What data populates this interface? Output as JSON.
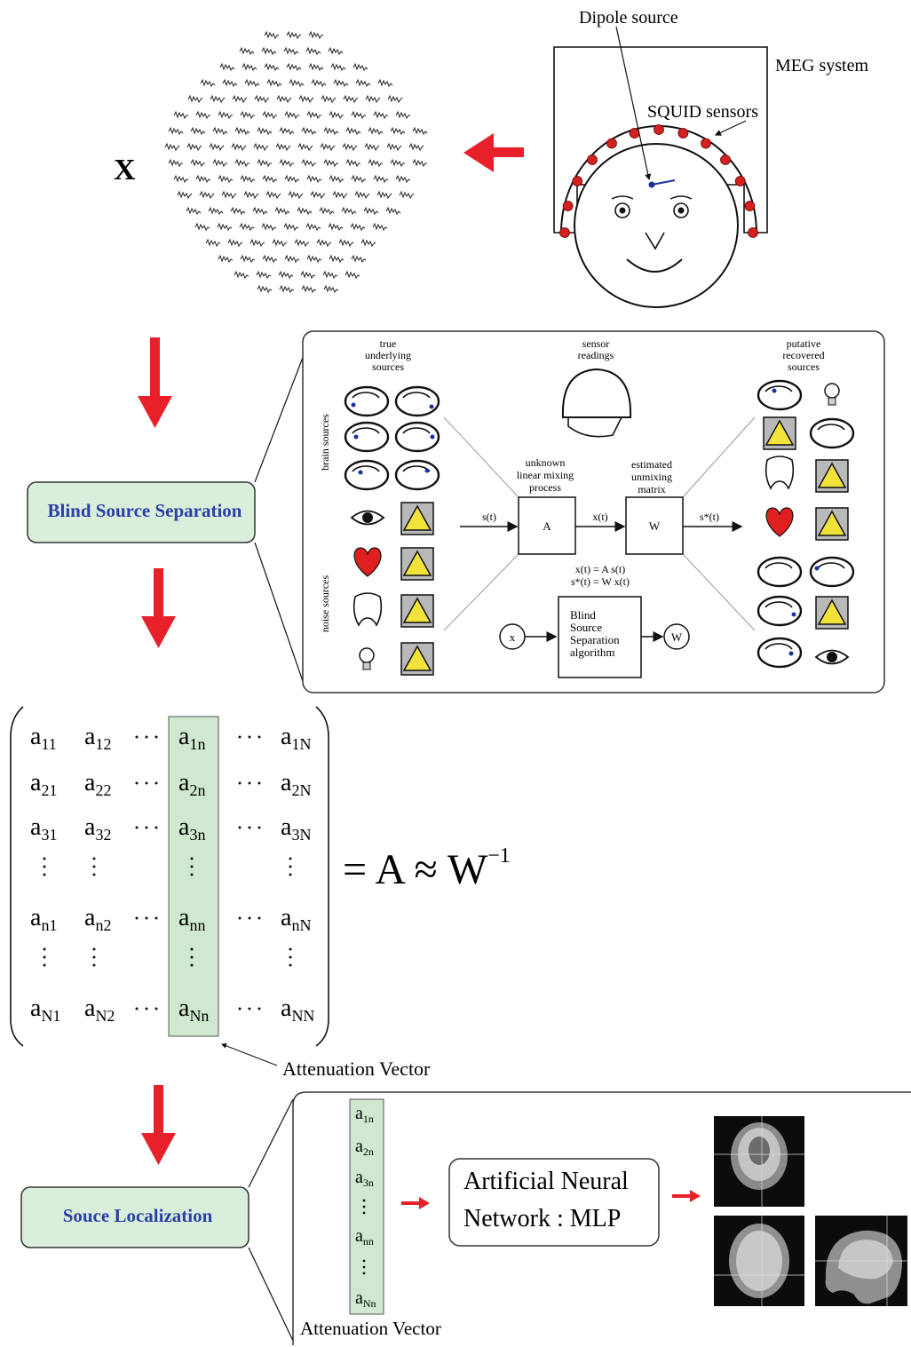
{
  "meg": {
    "dipole_label": "Dipole source",
    "system_label": "MEG system",
    "sensors_label": "SQUID sensors",
    "signal_matrix_label": "X"
  },
  "bss": {
    "step_label": "Blind Source Separation",
    "col_true": [
      "true",
      "underlying",
      "sources"
    ],
    "col_sensor": [
      "sensor",
      "readings"
    ],
    "col_putative": [
      "putative",
      "recovered",
      "sources"
    ],
    "brain_sources_label": "brain sources",
    "noise_sources_label": "noise sources",
    "mixing_caption": [
      "unknown",
      "linear mixing",
      "process"
    ],
    "unmixing_caption": [
      "estimated",
      "unmixing",
      "matrix"
    ],
    "box_A": "A",
    "box_W": "W",
    "arrow_s": "s(t)",
    "arrow_x": "x(t)",
    "arrow_s_star": "s*(t)",
    "eq1": "x(t) = A s(t)",
    "eq2": "s*(t) = W x(t)",
    "algorithm_lines": [
      "Blind",
      "Source",
      "Separation",
      "algorithm"
    ],
    "circle_x": "x",
    "circle_w": "W"
  },
  "matrix": {
    "rows": [
      [
        [
          "a",
          "11"
        ],
        [
          "a",
          "12"
        ],
        [
          "a",
          "1n"
        ],
        [
          "a",
          "1N"
        ]
      ],
      [
        [
          "a",
          "21"
        ],
        [
          "a",
          "22"
        ],
        [
          "a",
          "2n"
        ],
        [
          "a",
          "2N"
        ]
      ],
      [
        [
          "a",
          "31"
        ],
        [
          "a",
          "32"
        ],
        [
          "a",
          "3n"
        ],
        [
          "a",
          "3N"
        ]
      ],
      [
        [
          "a",
          "n1"
        ],
        [
          "a",
          "n2"
        ],
        [
          "a",
          "nn"
        ],
        [
          "a",
          "nN"
        ]
      ],
      [
        [
          "a",
          "N1"
        ],
        [
          "a",
          "N2"
        ],
        [
          "a",
          "Nn"
        ],
        [
          "a",
          "NN"
        ]
      ]
    ],
    "equation": "= A ≈ W",
    "equation_exp": "−1",
    "vector_label": "Attenuation Vector"
  },
  "loc": {
    "step_label": "Souce Localization",
    "vector_entries": [
      "1n",
      "2n",
      "3n",
      "nn",
      "Nn"
    ],
    "vector_label": "Attenuation Vector",
    "ann_line1": "Artificial Neural",
    "ann_line2": "Network : MLP"
  },
  "colors": {
    "arrow_red": "#e8202a",
    "step_box_fill": "#d9eedb",
    "step_text": "#2b3fa8",
    "sensor_red": "#d42020",
    "column_highlight": "#cfe8cf"
  }
}
